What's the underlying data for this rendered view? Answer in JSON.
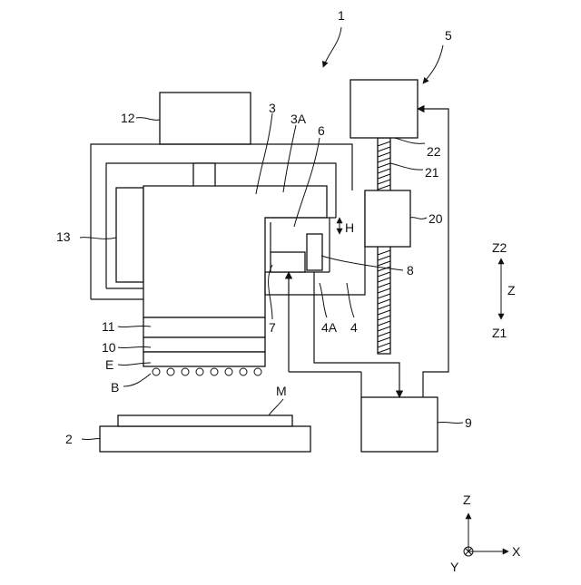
{
  "figure": {
    "number": "1",
    "labels": {
      "l1": "1",
      "l2": "2",
      "l3": "3",
      "l3a": "3A",
      "l4": "4",
      "l4a": "4A",
      "l5": "5",
      "l6": "6",
      "l7": "7",
      "l8": "8",
      "l9": "9",
      "l10": "10",
      "l11": "11",
      "l12": "12",
      "l13": "13",
      "l20": "20",
      "l21": "21",
      "l22": "22",
      "lE": "E",
      "lB": "B",
      "lM": "M",
      "lH": "H"
    },
    "z_axis": {
      "top": "Z2",
      "middle": "Z",
      "bottom": "Z1"
    },
    "coords": {
      "z": "Z",
      "x": "X",
      "y": "Y"
    }
  }
}
